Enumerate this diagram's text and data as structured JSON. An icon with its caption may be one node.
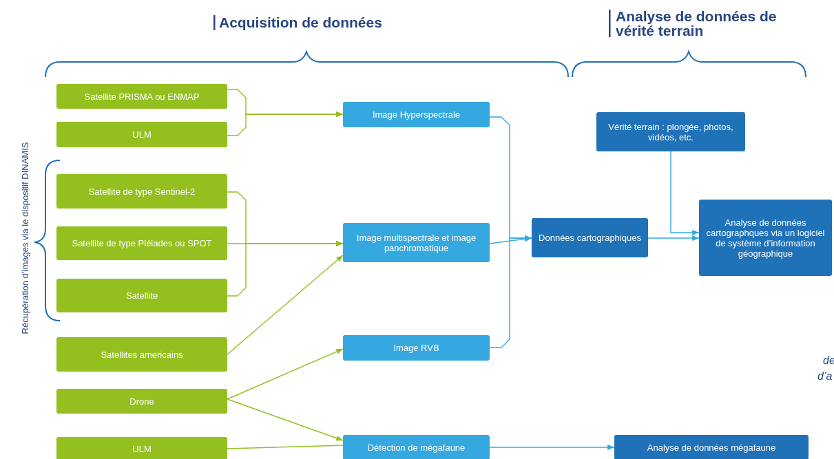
{
  "diagram": {
    "nodes": [
      {
        "text": [
          "Satellite  PRISMA ou ENMAP"
        ]
      },
      {
        "text": [
          "ULM"
        ]
      },
      {
        "text": [
          "Satellite de type Sentinel-2"
        ]
      },
      {
        "text": [
          "Satellite de type Pléiades ou SPOT"
        ]
      },
      {
        "text": [
          "Satellite"
        ]
      },
      {
        "text": [
          "Satellites americains"
        ]
      },
      {
        "text": [
          "Drone"
        ]
      },
      {
        "text": [
          "ULM"
        ]
      },
      {
        "text": [
          "Image Hyperspectrale"
        ]
      },
      {
        "text": [
          "Image multispectrale et image panchromatique"
        ]
      },
      {
        "text": [
          "Image RVB"
        ]
      },
      {
        "text": [
          "Détection de mégafaune"
        ]
      },
      {
        "text": [
          "Vérité terrain : plongée, photos, vidéos, etc."
        ]
      },
      {
        "text": [
          "Données cartographiques"
        ]
      },
      {
        "text": [
          "Analyse de données cartographques via un logiciel de système d’information géographique"
        ]
      },
      {
        "text": [
          "Analyse de données mégafaune"
        ]
      }
    ],
    "edges": [
      {
        "from": 0,
        "to": 8,
        "arrow": "to"
      },
      {
        "from": 1,
        "to": 8,
        "arrow": "to"
      },
      {
        "from": 2,
        "to": 9,
        "arrow": "to"
      },
      {
        "from": 3,
        "to": 9,
        "arrow": "to"
      },
      {
        "from": 4,
        "to": 9,
        "arrow": "to"
      },
      {
        "from": 5,
        "to": 9,
        "arrow": "to"
      },
      {
        "from": 6,
        "to": 10,
        "arrow": "to"
      },
      {
        "from": 6,
        "to": 11,
        "arrow": "to"
      },
      {
        "from": 7,
        "to": 11,
        "arrow": "to"
      },
      {
        "from": 8,
        "to": 13,
        "arrow": "to",
        "color": "#35a8e0"
      },
      {
        "from": 9,
        "to": 13,
        "arrow": "to",
        "color": "#35a8e0"
      },
      {
        "from": 10,
        "to": 13,
        "arrow": "to",
        "color": "#35a8e0"
      },
      {
        "from": 12,
        "to": 14,
        "arrow": "to",
        "color": "#35a8e0"
      },
      {
        "from": 13,
        "to": 14,
        "arrow": "to",
        "color": "#35a8e0"
      },
      {
        "from": 11,
        "to": 15,
        "arrow": "to",
        "color": "#35a8e0"
      }
    ],
    "labels": [
      "Acquisition de données",
      "Analyse de données de vérité terrain",
      "Récupération d’images via le dispositif DINAMIS",
      "de",
      "d’a"
    ]
  }
}
